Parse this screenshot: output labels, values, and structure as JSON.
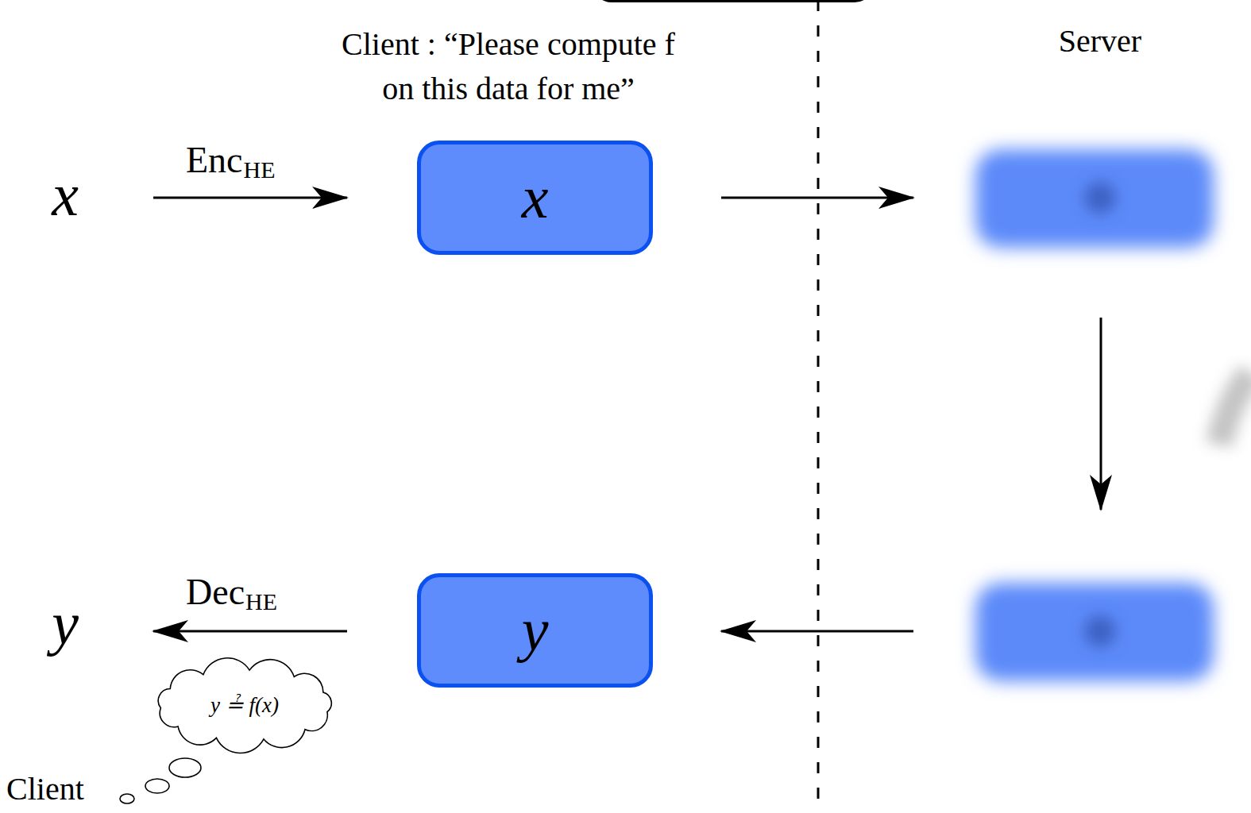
{
  "diagram": {
    "nodes": [
      {
        "text": [
          "x"
        ]
      },
      {
        "text": [
          "y"
        ]
      },
      {
        "text": [
          "y ≟ f(x)"
        ]
      }
    ],
    "labels": [
      "Client : “Please compute f on this data for me”",
      "Server",
      "x",
      "Enc",
      "HE",
      "Dec",
      "HE",
      "y",
      "Client"
    ]
  }
}
